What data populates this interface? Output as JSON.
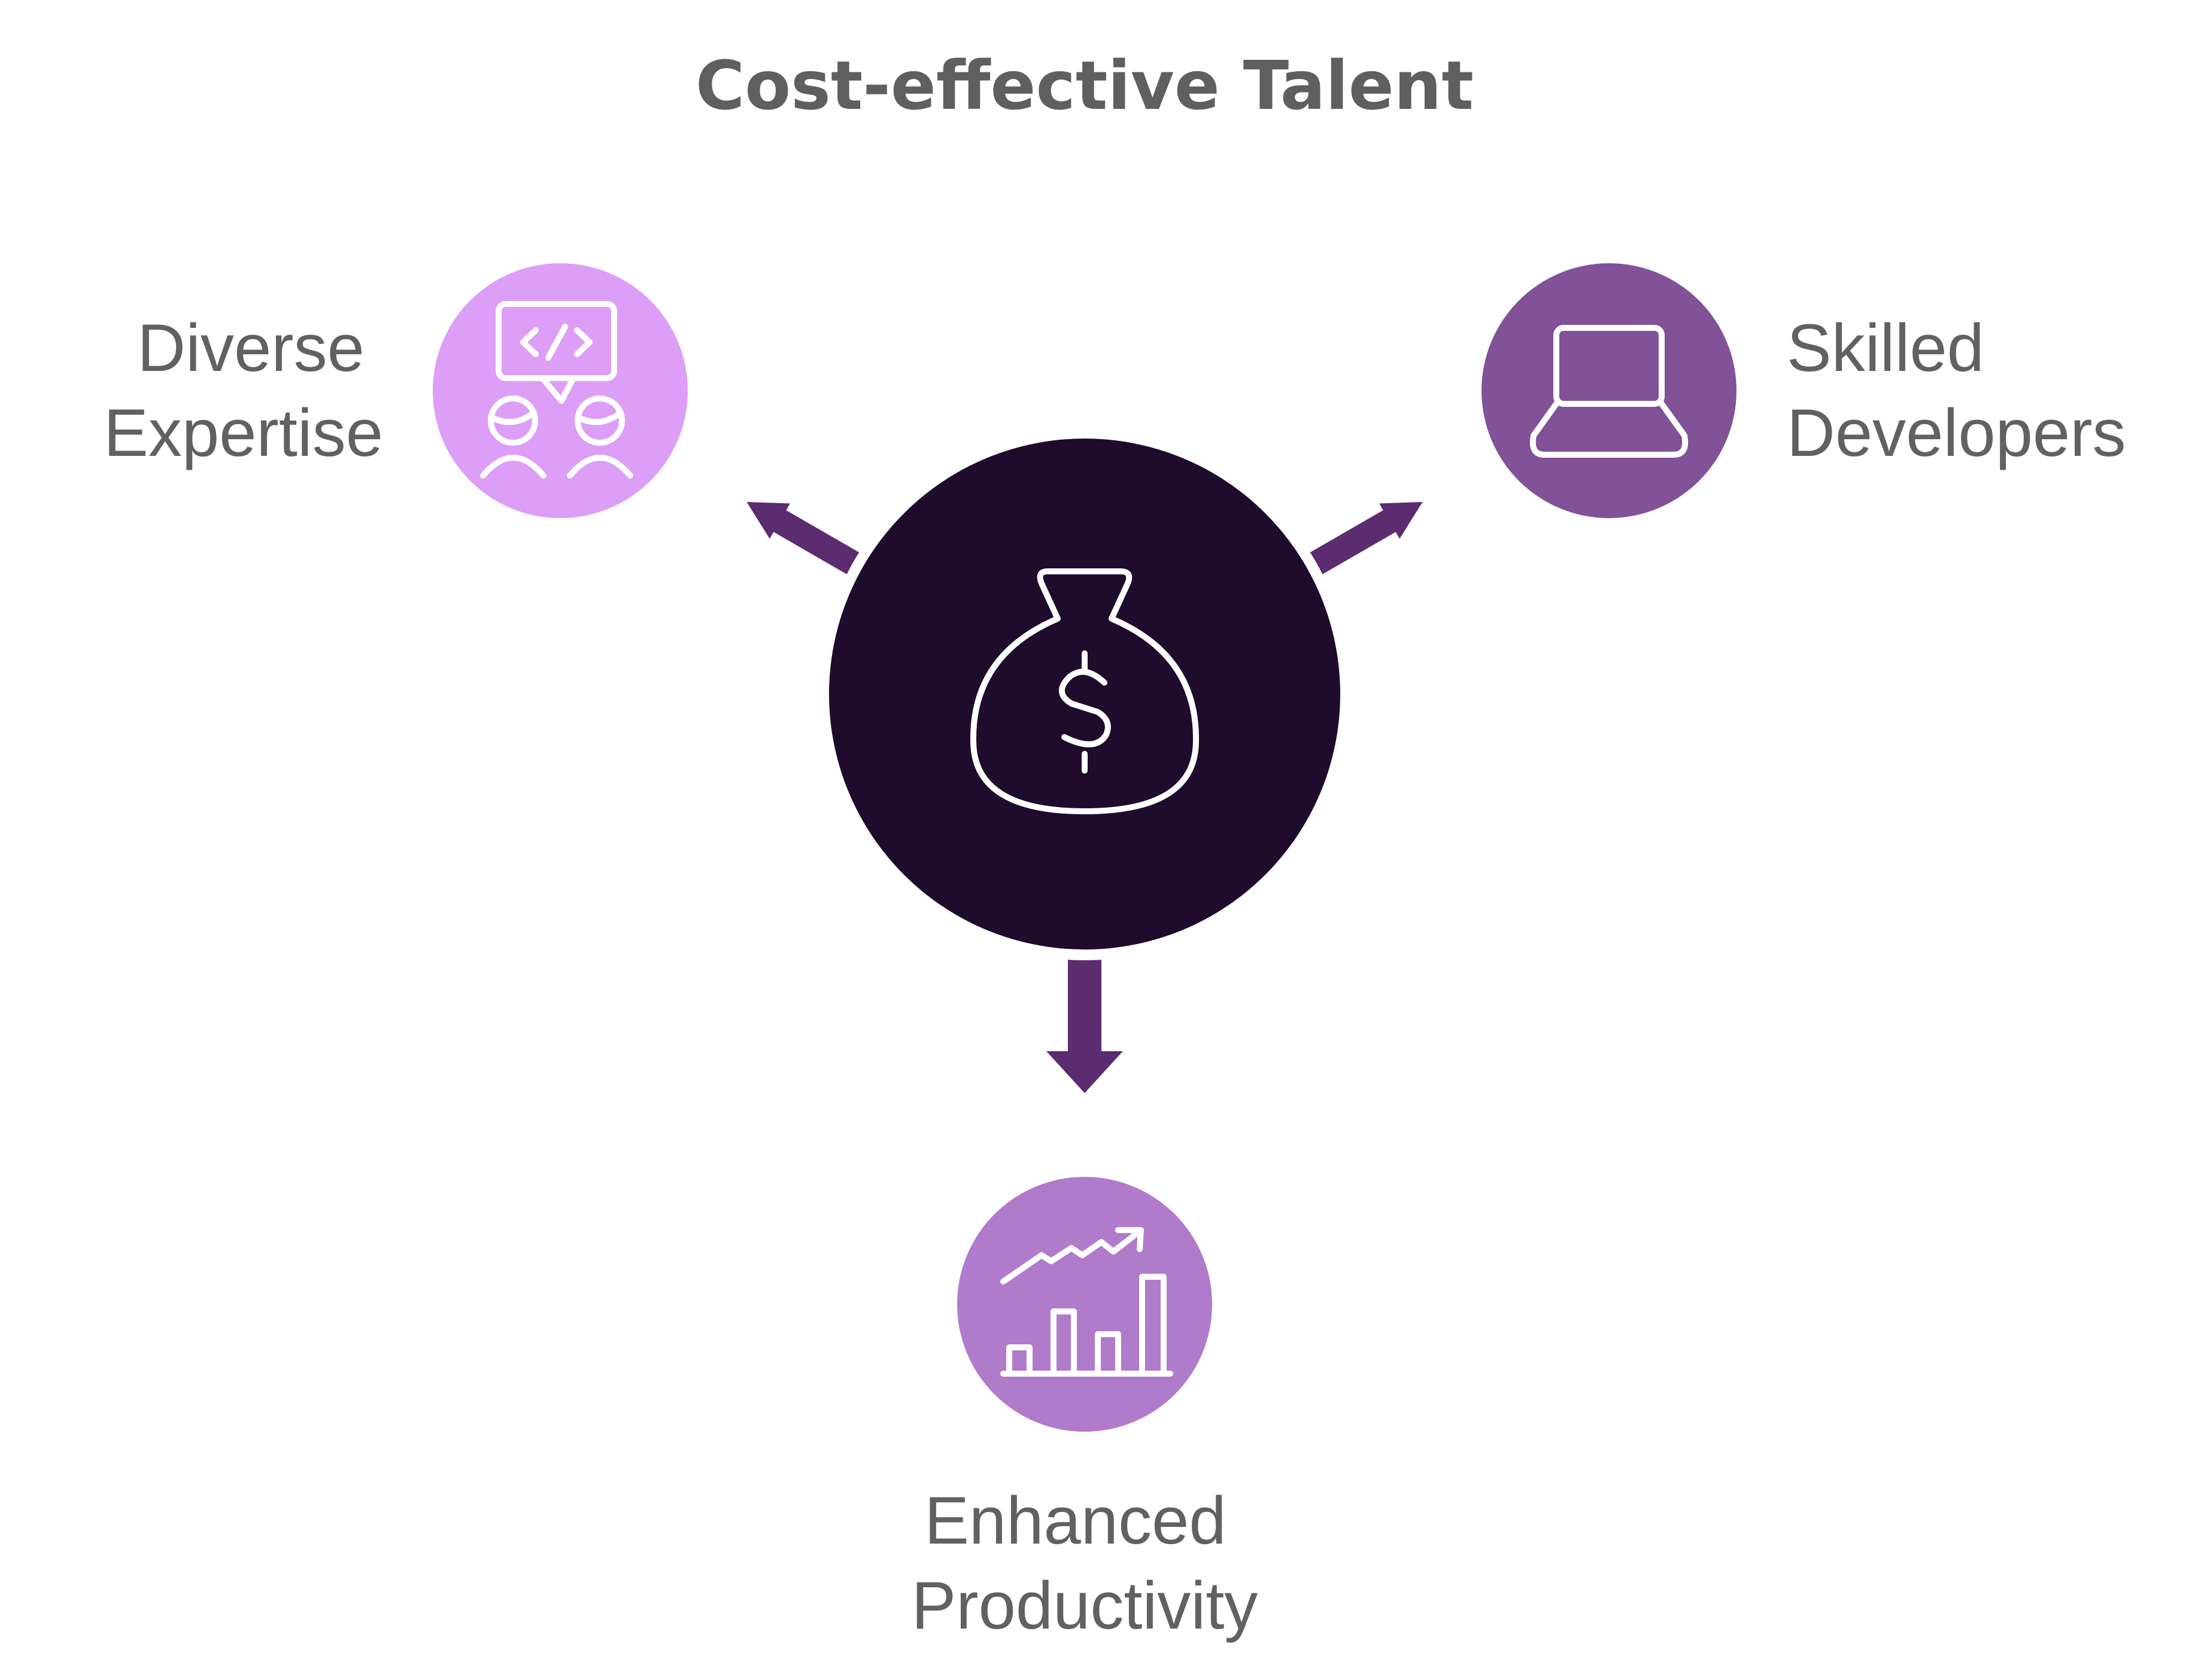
{
  "title": "Cost-effective Talent",
  "center": {
    "icon": "money-bag-icon",
    "color": "#1f0b2c"
  },
  "nodes": [
    {
      "id": "diverse-expertise",
      "label_lines": [
        "Diverse",
        "Expertise"
      ],
      "icon": "code-collaboration-icon",
      "color": "#dc9ef7"
    },
    {
      "id": "skilled-developers",
      "label_lines": [
        "Skilled",
        "Developers"
      ],
      "icon": "laptop-icon",
      "color": "#815298"
    },
    {
      "id": "enhanced-productivity",
      "label_lines": [
        "Enhanced",
        "Productivity"
      ],
      "icon": "growth-chart-icon",
      "color": "#b07bcb"
    }
  ],
  "arrow_color": "#5b2c6f",
  "text_color": "#616161"
}
